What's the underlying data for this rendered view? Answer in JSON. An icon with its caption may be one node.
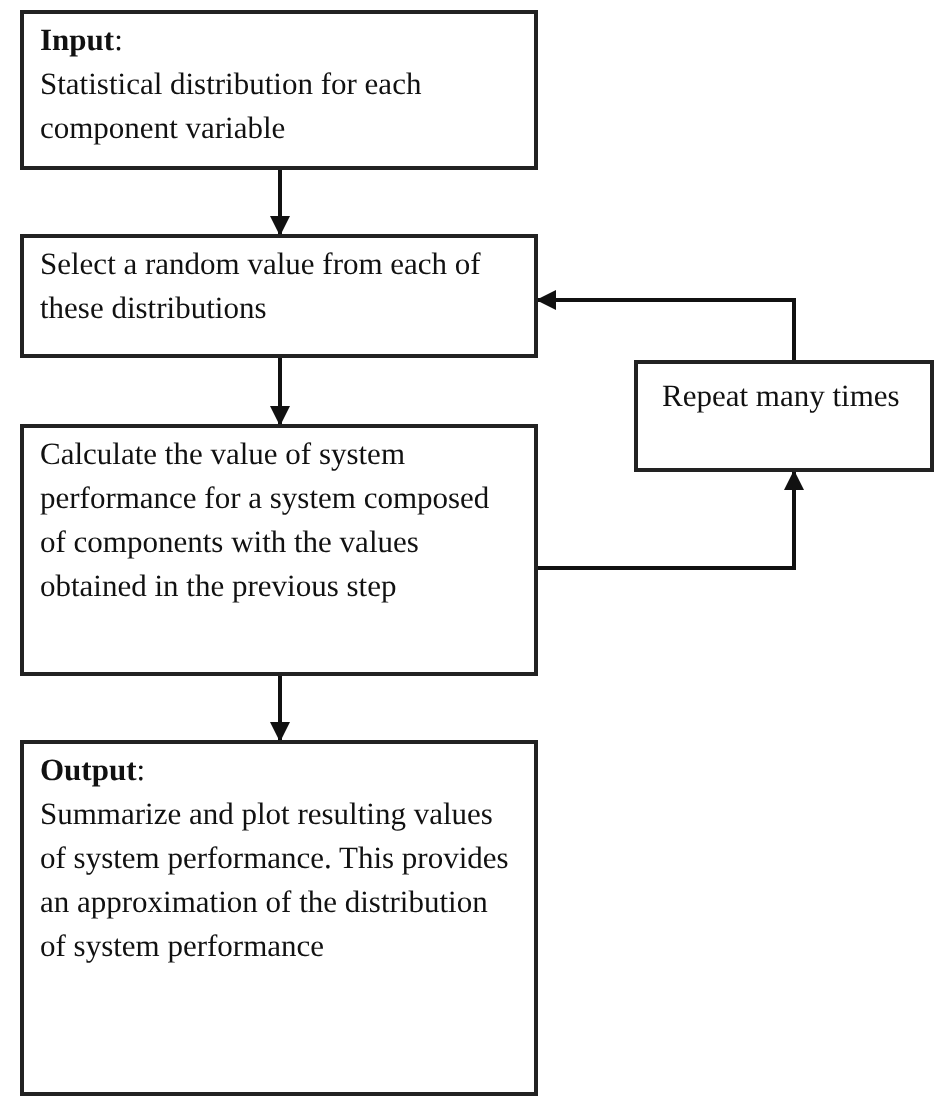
{
  "diagram": {
    "nodes": [
      {
        "text": [
          "**Input**:",
          "Statistical distribution for each component variable"
        ]
      },
      {
        "text": [
          "Select a random value from each of these distributions"
        ]
      },
      {
        "text": [
          "Calculate the value of system performance for a system composed of components with the values obtained in the previous step"
        ]
      },
      {
        "text": [
          "**Output**:",
          "Summarize and plot resulting values of system performance. This provides an approximation of the distribution of system performance"
        ]
      },
      {
        "text": [
          "Repeat many times"
        ]
      }
    ],
    "edges": [
      {
        "from": 0,
        "to": 1,
        "arrow": "to"
      },
      {
        "from": 1,
        "to": 2,
        "arrow": "to"
      },
      {
        "from": 2,
        "to": 3,
        "arrow": "to"
      },
      {
        "from": 2,
        "to": 4,
        "arrow": "to"
      },
      {
        "from": 4,
        "to": 1,
        "arrow": "to"
      }
    ]
  }
}
